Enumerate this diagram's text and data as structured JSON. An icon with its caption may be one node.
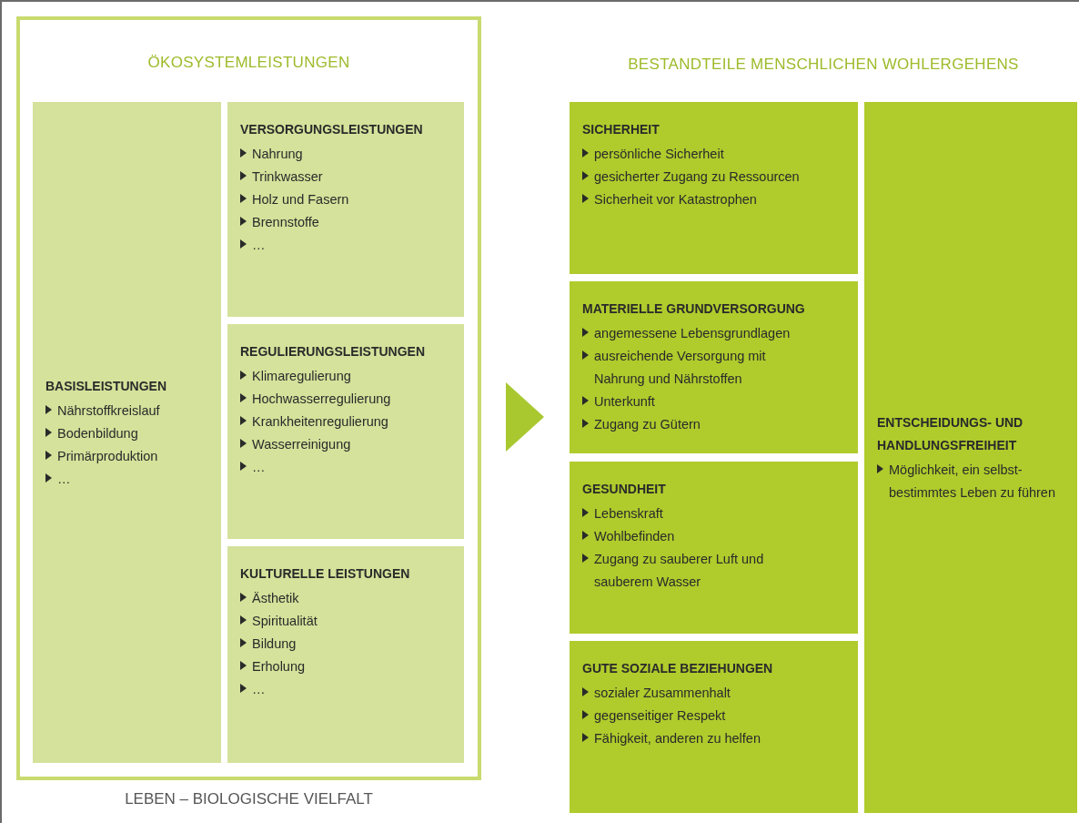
{
  "diagram": {
    "nodes": [
      {
        "text": [
          "ÖKOSYSTEMLEISTUNGEN"
        ],
        "beside": [
          "LEBEN – BIOLOGISCHE VIELFALT"
        ]
      },
      {
        "text": [
          "BASISLEISTUNGEN",
          "Nährstoffkreislauf",
          "Bodenbildung",
          "Primärproduktion",
          "…"
        ],
        "in": 0
      },
      {
        "text": [
          "VERSORGUNGSLEISTUNGEN",
          "Nahrung",
          "Trinkwasser",
          "Holz und Fasern",
          "Brennstoffe",
          "…"
        ],
        "in": 0
      },
      {
        "text": [
          "REGULIERUNGSLEISTUNGEN",
          "Klimaregulierung",
          "Hochwasserregulierung",
          "Krankheitenregulierung",
          "Wasserreinigung",
          "…"
        ],
        "in": 0
      },
      {
        "text": [
          "KULTURELLE LEISTUNGEN",
          "Ästhetik",
          "Spiritualität",
          "Bildung",
          "Erholung",
          "…"
        ],
        "in": 0
      },
      {
        "text": [
          "BESTANDTEILE MENSCHLICHEN WOHLERGEHENS"
        ]
      },
      {
        "text": [
          "SICHERHEIT",
          "persönliche Sicherheit",
          "gesicherter Zugang zu Ressourcen",
          "Sicherheit vor Katastrophen"
        ],
        "in": 5
      },
      {
        "text": [
          "MATERIELLE GRUNDVERSORGUNG",
          "angemessene Lebensgrundlagen",
          "ausreichende Versorgung mit Nahrung und Nährstoffen",
          "Unterkunft",
          "Zugang zu Gütern"
        ],
        "in": 5
      },
      {
        "text": [
          "GESUNDHEIT",
          "Lebenskraft",
          "Wohlbefinden",
          "Zugang zu sauberer Luft und sauberem Wasser"
        ],
        "in": 5
      },
      {
        "text": [
          "GUTE SOZIALE BEZIEHUNGEN",
          "sozialer Zusammenhalt",
          "gegenseitiger Respekt",
          "Fähigkeit, anderen zu helfen"
        ],
        "in": 5
      },
      {
        "text": [
          "ENTSCHEIDUNGS- UND HANDLUNGSFREIHEIT",
          "Möglichkeit, ein selbst-bestimmtes Leben zu führen"
        ],
        "in": 5
      }
    ],
    "edges": [
      {
        "from": 0,
        "to": 5,
        "arrow": "to"
      }
    ]
  }
}
